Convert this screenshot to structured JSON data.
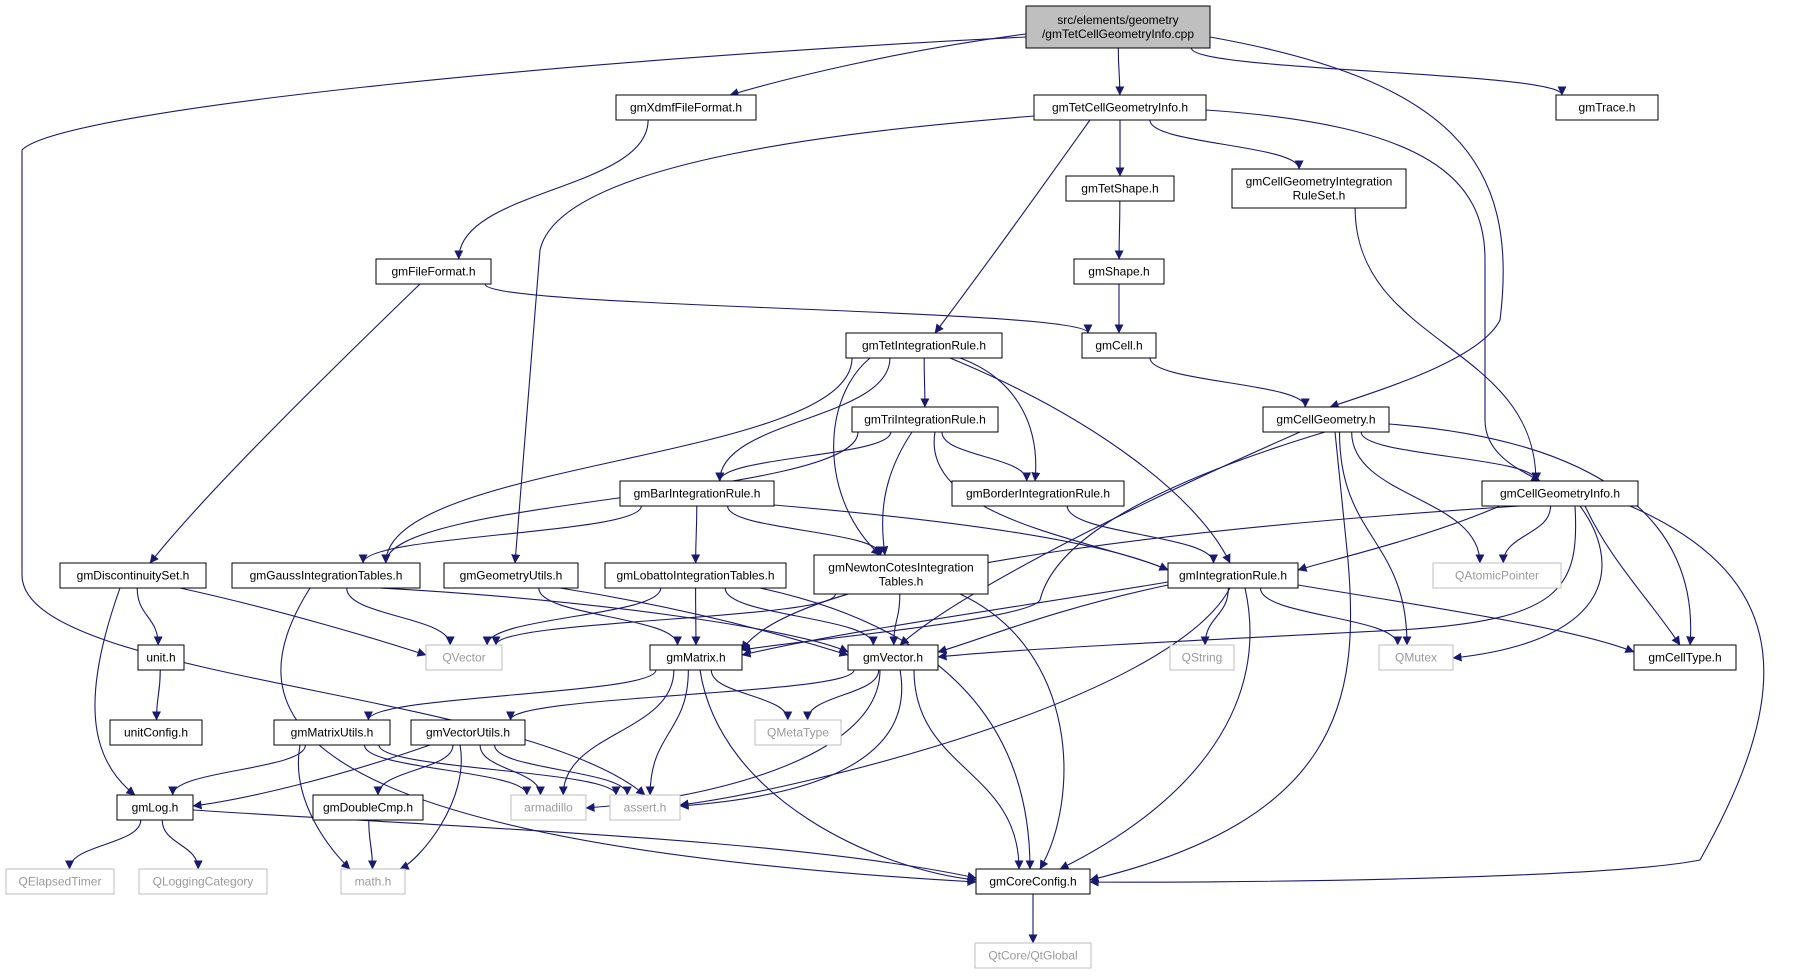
{
  "diagram": {
    "colors": {
      "edge": "#191970",
      "node_border": "#000000",
      "external_border": "#bfbfbf",
      "external_text": "#9a9a9a",
      "root_fill": "#bfbfbf",
      "node_fill": "#ffffff"
    },
    "nodes": [
      {
        "id": "root",
        "lines": [
          "src/elements/geometry",
          "/gmTetCellGeometryInfo.cpp"
        ],
        "kind": "root"
      },
      {
        "id": "xdmf",
        "lines": [
          "gmXdmfFileFormat.h"
        ],
        "kind": "internal"
      },
      {
        "id": "tetcgi",
        "lines": [
          "gmTetCellGeometryInfo.h"
        ],
        "kind": "internal"
      },
      {
        "id": "trace",
        "lines": [
          "gmTrace.h"
        ],
        "kind": "internal"
      },
      {
        "id": "tetshape",
        "lines": [
          "gmTetShape.h"
        ],
        "kind": "internal"
      },
      {
        "id": "cgirs",
        "lines": [
          "gmCellGeometryIntegration",
          "RuleSet.h"
        ],
        "kind": "internal"
      },
      {
        "id": "fileformat",
        "lines": [
          "gmFileFormat.h"
        ],
        "kind": "internal"
      },
      {
        "id": "shape",
        "lines": [
          "gmShape.h"
        ],
        "kind": "internal"
      },
      {
        "id": "tetir",
        "lines": [
          "gmTetIntegrationRule.h"
        ],
        "kind": "internal"
      },
      {
        "id": "cell",
        "lines": [
          "gmCell.h"
        ],
        "kind": "internal"
      },
      {
        "id": "triir",
        "lines": [
          "gmTriIntegrationRule.h"
        ],
        "kind": "internal"
      },
      {
        "id": "cellgeom",
        "lines": [
          "gmCellGeometry.h"
        ],
        "kind": "internal"
      },
      {
        "id": "barir",
        "lines": [
          "gmBarIntegrationRule.h"
        ],
        "kind": "internal"
      },
      {
        "id": "borderir",
        "lines": [
          "gmBorderIntegrationRule.h"
        ],
        "kind": "internal"
      },
      {
        "id": "cgi",
        "lines": [
          "gmCellGeometryInfo.h"
        ],
        "kind": "internal"
      },
      {
        "id": "discset",
        "lines": [
          "gmDiscontinuitySet.h"
        ],
        "kind": "internal"
      },
      {
        "id": "gausstab",
        "lines": [
          "gmGaussIntegrationTables.h"
        ],
        "kind": "internal"
      },
      {
        "id": "geomutils",
        "lines": [
          "gmGeometryUtils.h"
        ],
        "kind": "internal"
      },
      {
        "id": "lobatto",
        "lines": [
          "gmLobattoIntegrationTables.h"
        ],
        "kind": "internal"
      },
      {
        "id": "newton",
        "lines": [
          "gmNewtonCotesIntegration",
          "Tables.h"
        ],
        "kind": "internal"
      },
      {
        "id": "ir",
        "lines": [
          "gmIntegrationRule.h"
        ],
        "kind": "internal"
      },
      {
        "id": "qatomic",
        "lines": [
          "QAtomicPointer"
        ],
        "kind": "external"
      },
      {
        "id": "unit",
        "lines": [
          "unit.h"
        ],
        "kind": "internal"
      },
      {
        "id": "qvector",
        "lines": [
          "QVector"
        ],
        "kind": "external"
      },
      {
        "id": "matrix",
        "lines": [
          "gmMatrix.h"
        ],
        "kind": "internal"
      },
      {
        "id": "vector",
        "lines": [
          "gmVector.h"
        ],
        "kind": "internal"
      },
      {
        "id": "qstring",
        "lines": [
          "QString"
        ],
        "kind": "external"
      },
      {
        "id": "qmutex",
        "lines": [
          "QMutex"
        ],
        "kind": "external"
      },
      {
        "id": "celltype",
        "lines": [
          "gmCellType.h"
        ],
        "kind": "internal"
      },
      {
        "id": "unitconfig",
        "lines": [
          "unitConfig.h"
        ],
        "kind": "internal"
      },
      {
        "id": "matrixutils",
        "lines": [
          "gmMatrixUtils.h"
        ],
        "kind": "internal"
      },
      {
        "id": "vectorutils",
        "lines": [
          "gmVectorUtils.h"
        ],
        "kind": "internal"
      },
      {
        "id": "qmetatype",
        "lines": [
          "QMetaType"
        ],
        "kind": "external"
      },
      {
        "id": "log",
        "lines": [
          "gmLog.h"
        ],
        "kind": "internal"
      },
      {
        "id": "doublecmp",
        "lines": [
          "gmDoubleCmp.h"
        ],
        "kind": "internal"
      },
      {
        "id": "armadillo",
        "lines": [
          "armadillo"
        ],
        "kind": "external"
      },
      {
        "id": "assert",
        "lines": [
          "assert.h"
        ],
        "kind": "external"
      },
      {
        "id": "qelapsed",
        "lines": [
          "QElapsedTimer"
        ],
        "kind": "external"
      },
      {
        "id": "qlogcat",
        "lines": [
          "QLoggingCategory"
        ],
        "kind": "external"
      },
      {
        "id": "math",
        "lines": [
          "math.h"
        ],
        "kind": "external"
      },
      {
        "id": "coreconfig",
        "lines": [
          "gmCoreConfig.h"
        ],
        "kind": "internal"
      },
      {
        "id": "qtglobal",
        "lines": [
          "QtCore/QtGlobal"
        ],
        "kind": "external"
      }
    ],
    "edges": [
      [
        "root",
        "xdmf"
      ],
      [
        "root",
        "tetcgi"
      ],
      [
        "root",
        "trace"
      ],
      [
        "root",
        "cellgeom"
      ],
      [
        "root",
        "assert"
      ],
      [
        "xdmf",
        "fileformat"
      ],
      [
        "tetcgi",
        "tetshape"
      ],
      [
        "tetcgi",
        "cgirs"
      ],
      [
        "tetcgi",
        "tetir"
      ],
      [
        "tetcgi",
        "geomutils"
      ],
      [
        "tetcgi",
        "cgi"
      ],
      [
        "tetshape",
        "shape"
      ],
      [
        "shape",
        "cell"
      ],
      [
        "cgirs",
        "cgi"
      ],
      [
        "fileformat",
        "cell"
      ],
      [
        "fileformat",
        "discset"
      ],
      [
        "cell",
        "cellgeom"
      ],
      [
        "tetir",
        "triir"
      ],
      [
        "tetir",
        "barir"
      ],
      [
        "tetir",
        "borderir"
      ],
      [
        "tetir",
        "gausstab"
      ],
      [
        "tetir",
        "newton"
      ],
      [
        "tetir",
        "ir"
      ],
      [
        "triir",
        "barir"
      ],
      [
        "triir",
        "borderir"
      ],
      [
        "triir",
        "gausstab"
      ],
      [
        "triir",
        "newton"
      ],
      [
        "triir",
        "ir"
      ],
      [
        "barir",
        "lobatto"
      ],
      [
        "barir",
        "gausstab"
      ],
      [
        "barir",
        "newton"
      ],
      [
        "barir",
        "ir"
      ],
      [
        "borderir",
        "ir"
      ],
      [
        "cellgeom",
        "cgi"
      ],
      [
        "cellgeom",
        "qatomic"
      ],
      [
        "cellgeom",
        "qmutex"
      ],
      [
        "cellgeom",
        "celltype"
      ],
      [
        "cellgeom",
        "matrix"
      ],
      [
        "cellgeom",
        "vector"
      ],
      [
        "cellgeom",
        "coreconfig"
      ],
      [
        "cgi",
        "ir"
      ],
      [
        "cgi",
        "qatomic"
      ],
      [
        "cgi",
        "qmutex"
      ],
      [
        "cgi",
        "celltype"
      ],
      [
        "cgi",
        "matrix"
      ],
      [
        "cgi",
        "vector"
      ],
      [
        "cgi",
        "coreconfig"
      ],
      [
        "ir",
        "vector"
      ],
      [
        "ir",
        "matrix"
      ],
      [
        "ir",
        "qstring"
      ],
      [
        "ir",
        "qmutex"
      ],
      [
        "ir",
        "celltype"
      ],
      [
        "ir",
        "assert"
      ],
      [
        "ir",
        "coreconfig"
      ],
      [
        "discset",
        "unit"
      ],
      [
        "discset",
        "log"
      ],
      [
        "discset",
        "qvector"
      ],
      [
        "unit",
        "unitconfig"
      ],
      [
        "gausstab",
        "qvector"
      ],
      [
        "gausstab",
        "vector"
      ],
      [
        "gausstab",
        "coreconfig"
      ],
      [
        "geomutils",
        "matrix"
      ],
      [
        "geomutils",
        "vector"
      ],
      [
        "lobatto",
        "qvector"
      ],
      [
        "lobatto",
        "matrix"
      ],
      [
        "lobatto",
        "vector"
      ],
      [
        "lobatto",
        "coreconfig"
      ],
      [
        "newton",
        "qvector"
      ],
      [
        "newton",
        "vector"
      ],
      [
        "newton",
        "coreconfig"
      ],
      [
        "matrix",
        "matrixutils"
      ],
      [
        "matrix",
        "qmetatype"
      ],
      [
        "matrix",
        "armadillo"
      ],
      [
        "matrix",
        "assert"
      ],
      [
        "matrix",
        "coreconfig"
      ],
      [
        "vector",
        "vectorutils"
      ],
      [
        "vector",
        "qmetatype"
      ],
      [
        "vector",
        "armadillo"
      ],
      [
        "vector",
        "assert"
      ],
      [
        "vector",
        "coreconfig"
      ],
      [
        "matrixutils",
        "log"
      ],
      [
        "matrixutils",
        "armadillo"
      ],
      [
        "matrixutils",
        "assert"
      ],
      [
        "matrixutils",
        "math"
      ],
      [
        "vectorutils",
        "log"
      ],
      [
        "vectorutils",
        "doublecmp"
      ],
      [
        "vectorutils",
        "armadillo"
      ],
      [
        "vectorutils",
        "assert"
      ],
      [
        "vectorutils",
        "math"
      ],
      [
        "doublecmp",
        "math"
      ],
      [
        "log",
        "qelapsed"
      ],
      [
        "log",
        "qlogcat"
      ],
      [
        "log",
        "coreconfig"
      ],
      [
        "coreconfig",
        "qtglobal"
      ]
    ]
  }
}
